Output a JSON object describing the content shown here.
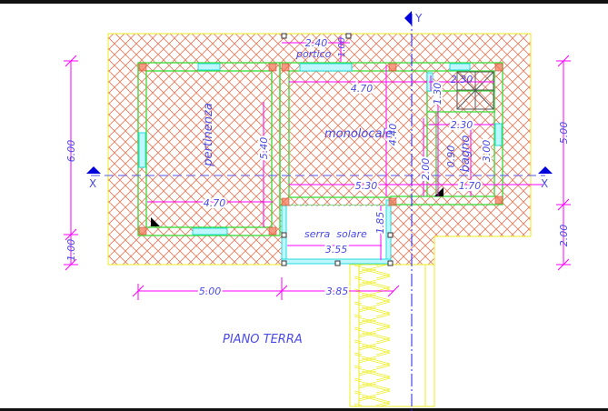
{
  "title": "PIANO TERRA",
  "rooms": {
    "pertinenza": "pertinenza",
    "monolocale": "monolocale",
    "bagno": "bagno",
    "serra_solare": "serra  solare",
    "portico": "portico"
  },
  "axes": {
    "x": "X",
    "y": "Y"
  },
  "dimensions": {
    "left_6": "6.00",
    "left_1": "1.00",
    "right_5": "5.00",
    "right_2": "2.00",
    "bottom_5": "5.00",
    "bottom_385": "3.85",
    "portico_w": "2.40",
    "portico_d": "1.00",
    "mono_w_top": "4.70",
    "mono_h": "4.40",
    "mono_w_bottom": "5.30",
    "pert_w": "4.70",
    "pert_h": "5.40",
    "wc_w": "2.30",
    "wc_h": "1.30",
    "bagno_w": "2.30",
    "bagno_h": "3.00",
    "bagno_d": "0.90",
    "corr_h": "2.00",
    "corr_w": "1.70",
    "serra_w": "3.55",
    "serra_h": "1.85"
  },
  "colors": {
    "wall": "#33dd33",
    "dimension": "#ff00ff",
    "text": "#4a4ae6",
    "hatch": "#f07050",
    "paving": "#eeee22"
  }
}
